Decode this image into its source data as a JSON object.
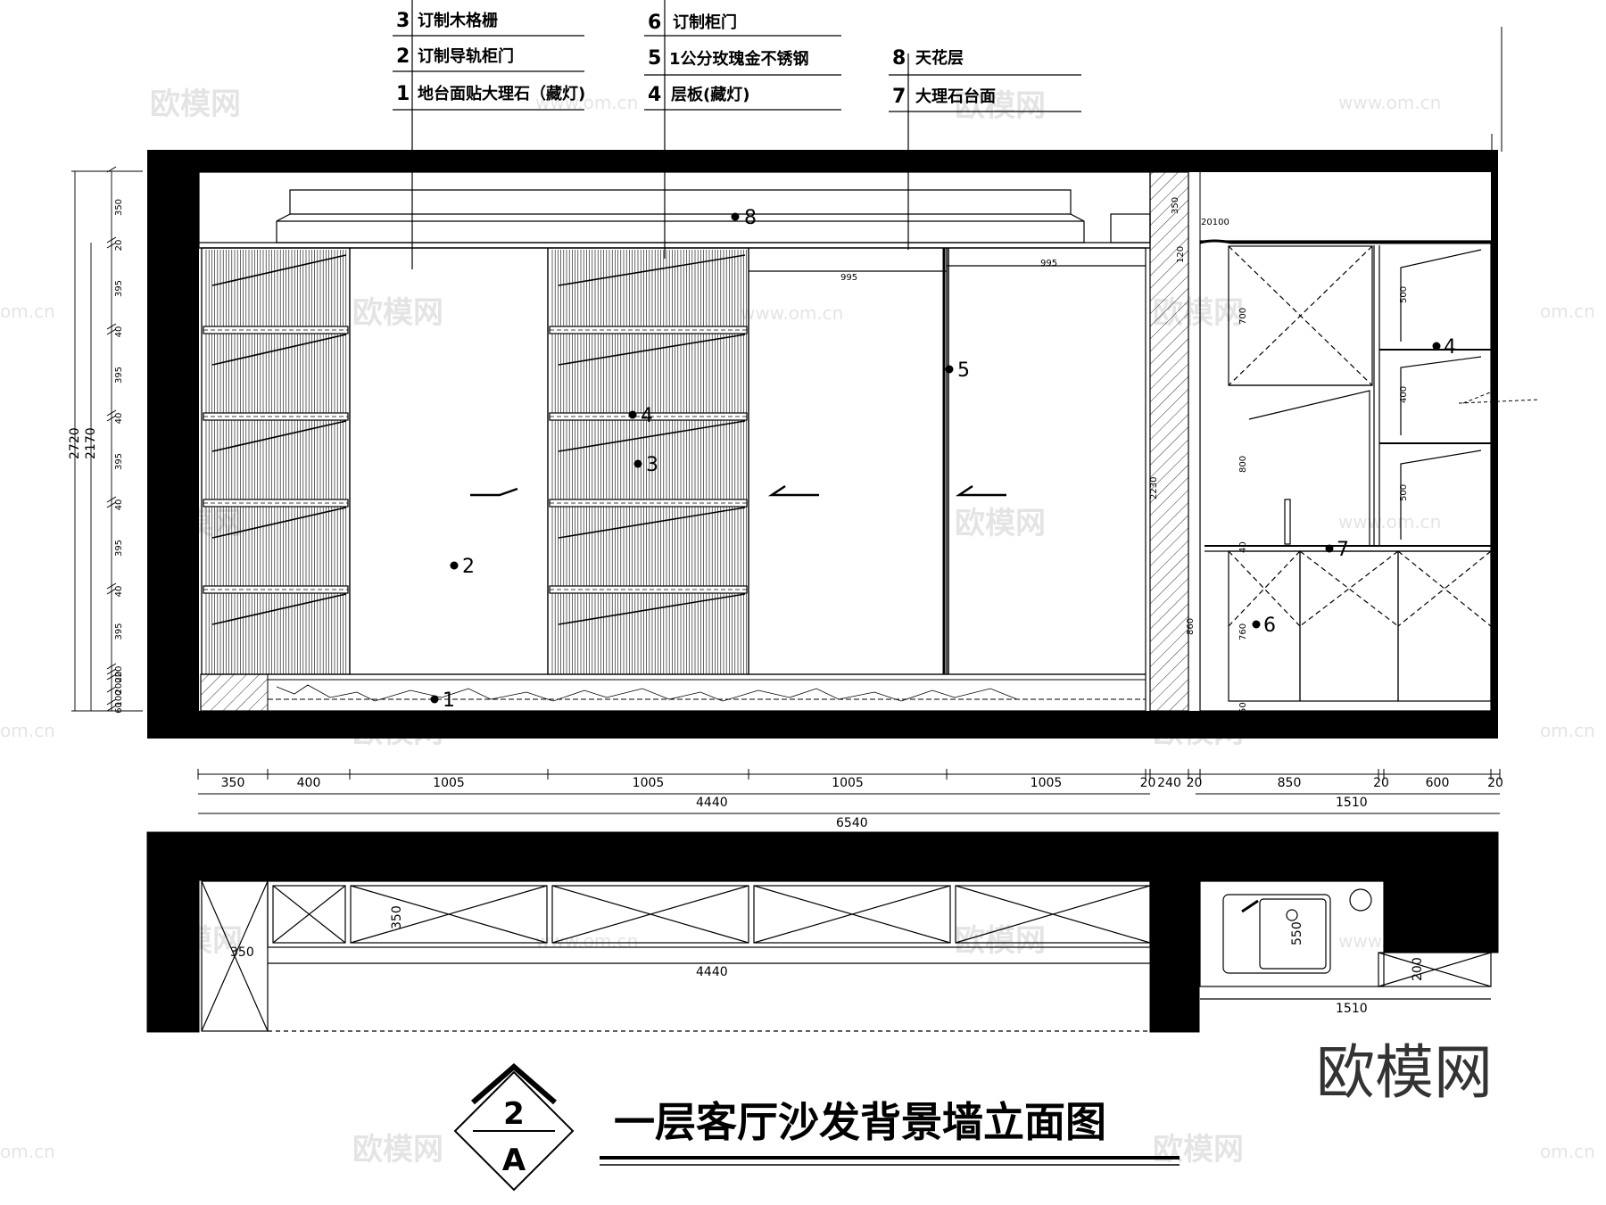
{
  "callouts": {
    "group_a": [
      {
        "num": "3",
        "text": "订制木格栅"
      },
      {
        "num": "2",
        "text": "订制导轨柜门"
      },
      {
        "num": "1",
        "text": "地台面贴大理石（藏灯)"
      }
    ],
    "group_b": [
      {
        "num": "6",
        "text": "订制柜门"
      },
      {
        "num": "5",
        "text": "1公分玫瑰金不锈钢"
      },
      {
        "num": "4",
        "text": "层板(藏灯)"
      }
    ],
    "group_c": [
      {
        "num": "8",
        "text": "天花层"
      },
      {
        "num": "7",
        "text": "大理石台面"
      }
    ]
  },
  "markers": [
    "8",
    "2",
    "4",
    "3",
    "5",
    "1",
    "4",
    "7",
    "6"
  ],
  "left_dims": {
    "total": "2720",
    "sub": "2170",
    "segments": [
      "350",
      "20",
      "395",
      "40",
      "395",
      "40",
      "395",
      "40",
      "395",
      "40",
      "395",
      "20",
      "20",
      "200",
      "100",
      "60"
    ]
  },
  "inner_dims": {
    "door_width_a": "995",
    "door_width_b": "995",
    "pillar_top": "350",
    "pillar_mid": "2230",
    "pillar_bot": "860",
    "ceiling": "20100",
    "right_120": "120",
    "cab_700": "700",
    "cab_800": "800",
    "cab_40": "40",
    "cab_760": "760",
    "cab_50": "50",
    "shelf_500a": "500",
    "shelf_400": "400",
    "shelf_500b": "500"
  },
  "bottom_dims": {
    "row1": [
      "350",
      "400",
      "1005",
      "1005",
      "1005",
      "1005",
      "20",
      "240",
      "20",
      "850",
      "20",
      "600",
      "20"
    ],
    "sub_4440": "4440",
    "sub_1510": "1510",
    "total": "6540"
  },
  "plan_dims": {
    "left_350": "350",
    "depth_350": "350",
    "len_4440": "4440",
    "sink_550": "550",
    "shelf_200": "200",
    "len_1510": "1510"
  },
  "title": {
    "text": "一层客厅沙发背景墙立面图",
    "badge_top": "2",
    "badge_bottom": "A"
  },
  "watermark": {
    "brand": "欧模网",
    "url": "www.om.cn",
    "url_short": "om.cn"
  }
}
